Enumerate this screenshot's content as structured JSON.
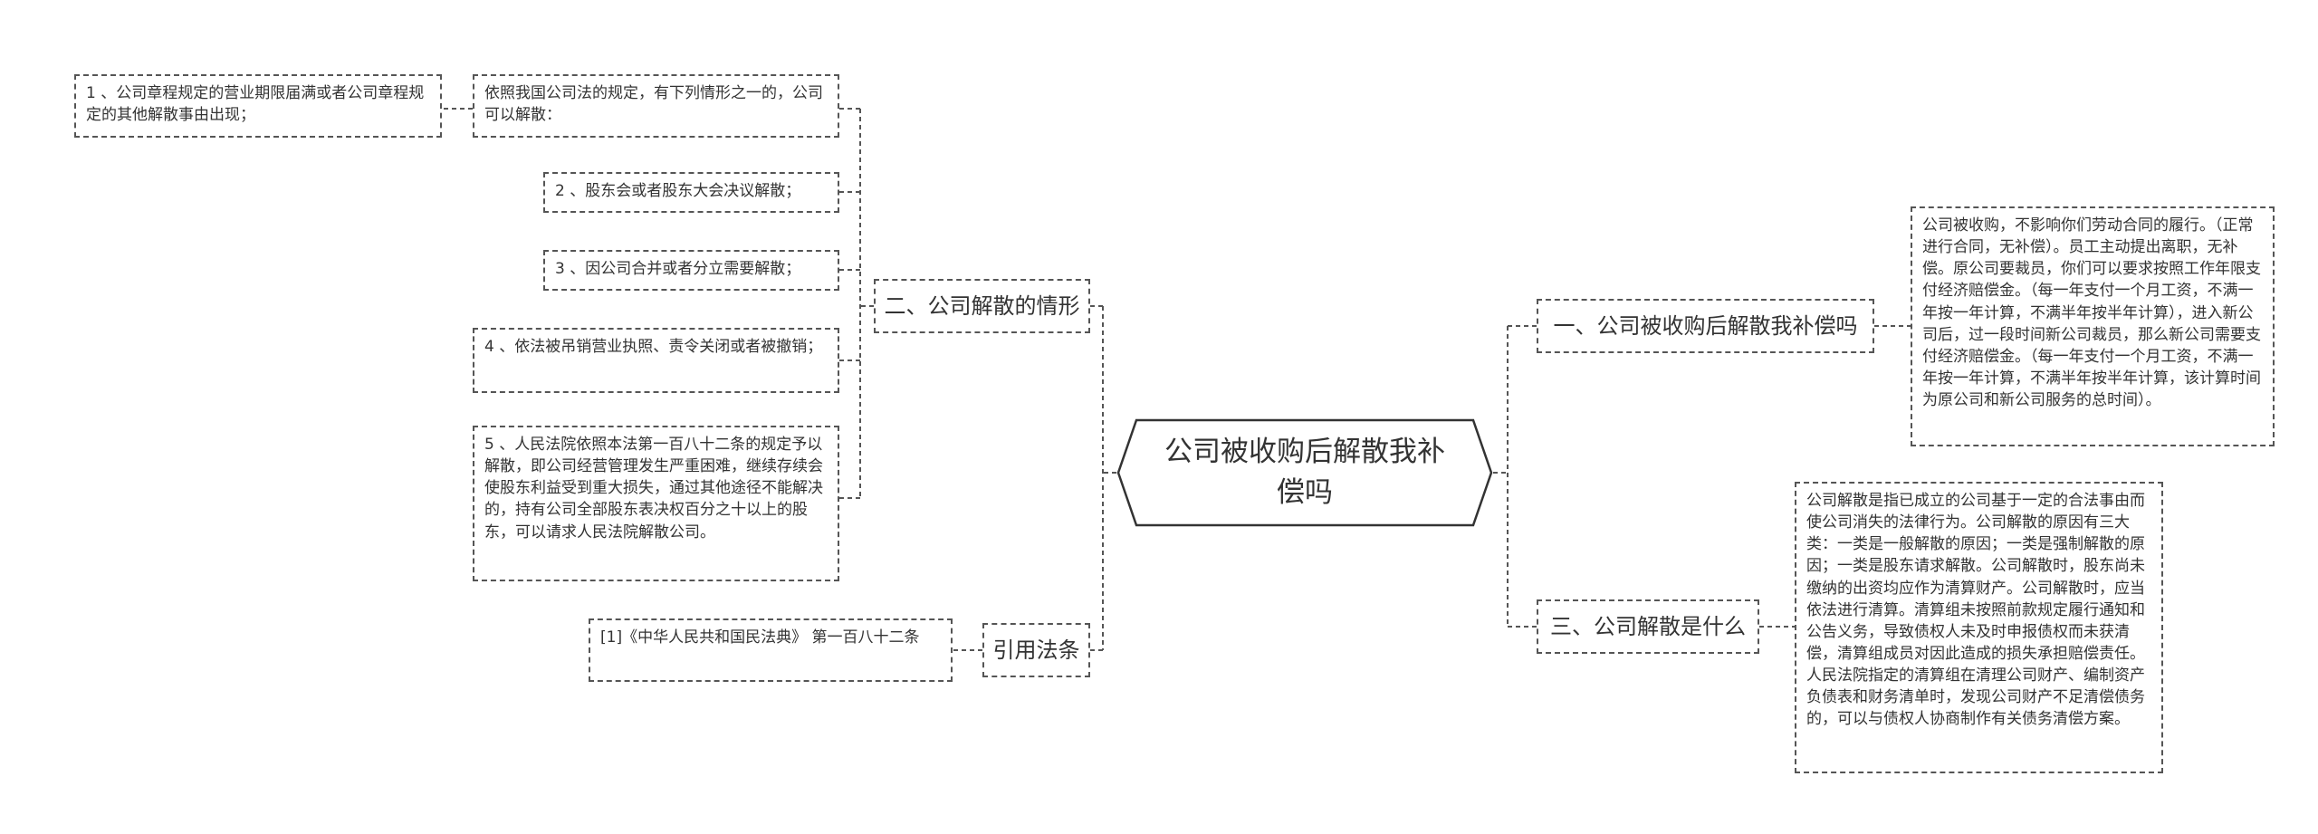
{
  "root": {
    "title": "公司被收购后解散我补偿吗"
  },
  "branches": {
    "b1": {
      "label": "二、公司解散的情形"
    },
    "b2": {
      "label": "引用法条"
    },
    "b3": {
      "label": "一、公司被收购后解散我补偿吗"
    },
    "b4": {
      "label": "三、公司解散是什么"
    }
  },
  "leaves": {
    "l0": "依照我国公司法的规定，有下列情形之一的，公司可以解散：",
    "l1": "1 、公司章程规定的营业期限届满或者公司章程规定的其他解散事由出现；",
    "l2": "2 、股东会或者股东大会决议解散；",
    "l3": "3 、因公司合并或者分立需要解散；",
    "l4": "4 、依法被吊销营业执照、责令关闭或者被撤销；",
    "l5": "5 、人民法院依照本法第一百八十二条的规定予以解散，即公司经营管理发生严重困难，继续存续会使股东利益受到重大损失，通过其他途径不能解决的，持有公司全部股东表决权百分之十以上的股东，可以请求人民法院解散公司。",
    "l6": "[1]《中华人民共和国民法典》 第一百八十二条",
    "l7": "公司被收购，不影响你们劳动合同的履行。（正常进行合同，无补偿）。员工主动提出离职，无补偿。原公司要裁员，你们可以要求按照工作年限支付经济赔偿金。（每一年支付一个月工资，不满一年按一年计算，不满半年按半年计算），进入新公司后，过一段时间新公司裁员，那么新公司需要支付经济赔偿金。（每一年支付一个月工资，不满一年按一年计算，不满半年按半年计算，该计算时间为原公司和新公司服务的总时间）。",
    "l8": "公司解散是指已成立的公司基于一定的合法事由而使公司消失的法律行为。公司解散的原因有三大类：一类是一般解散的原因；一类是强制解散的原因；一类是股东请求解散。公司解散时，股东尚未缴纳的出资均应作为清算财产。公司解散时，应当依法进行清算。清算组未按照前款规定履行通知和公告义务，导致债权人未及时申报债权而未获清偿，清算组成员对因此造成的损失承担赔偿责任。人民法院指定的清算组在清理公司财产、编制资产负债表和财务清单时，发现公司财产不足清偿债务的，可以与债权人协商制作有关债务清偿方案。"
  },
  "colors": {
    "line": "#555555",
    "text": "#333333",
    "background": "#ffffff"
  }
}
